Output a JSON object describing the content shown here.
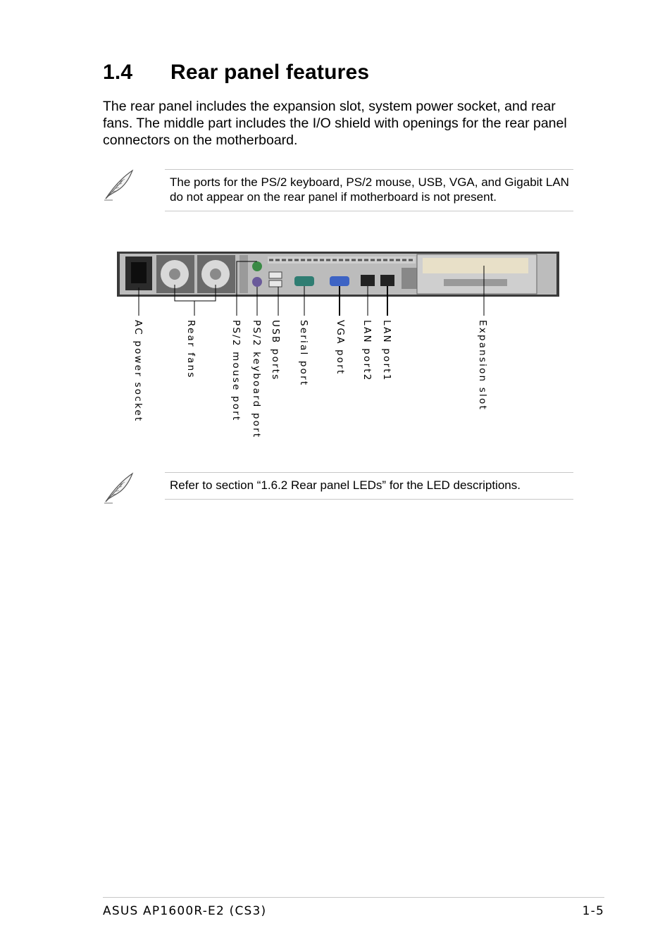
{
  "section": {
    "number": "1.4",
    "title": "Rear panel features"
  },
  "intro": "The rear panel includes the expansion slot, system power socket, and rear fans. The middle part includes the I/O shield with openings for the rear panel connectors on the motherboard.",
  "notes": [
    {
      "icon": "feather-pen-icon",
      "text": "The ports for the PS/2 keyboard, PS/2 mouse, USB, VGA, and Gigabit LAN do not appear on the rear panel if motherboard is not present."
    },
    {
      "icon": "feather-pen-icon",
      "text": "Refer to section “1.6.2  Rear panel LEDs” for the LED descriptions."
    }
  ],
  "diagram": {
    "labels": {
      "ac_power": "AC power socket",
      "rear_fans": "Rear fans",
      "ps2_mouse": "PS/2 mouse port",
      "ps2_keyboard": "PS/2 keyboard port",
      "usb": "USB ports",
      "serial": "Serial port",
      "vga": "VGA port",
      "lan2": "LAN port2",
      "lan1": "LAN port1",
      "expansion": "Expansion slot"
    }
  },
  "footer": {
    "left": "ASUS AP1600R-E2 (CS3)",
    "right": "1-5"
  }
}
